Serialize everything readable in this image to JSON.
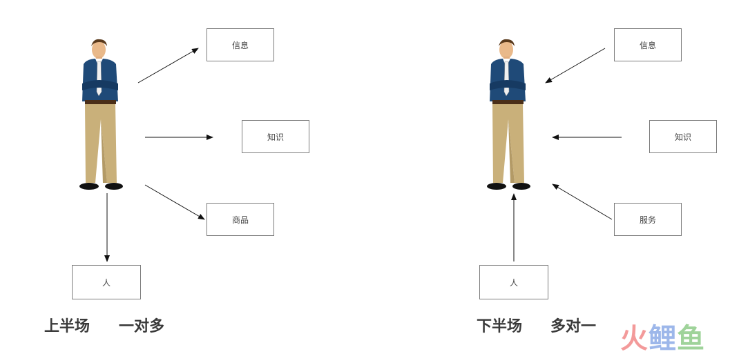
{
  "left": {
    "boxes": {
      "info": "信息",
      "knowledge": "知识",
      "goods": "商品",
      "person": "人"
    },
    "caption_a": "上半场",
    "caption_b": "一对多"
  },
  "right": {
    "boxes": {
      "info": "信息",
      "knowledge": "知识",
      "service": "服务",
      "person": "人"
    },
    "caption_a": "下半场",
    "caption_b": "多对一"
  },
  "watermark": {
    "c1": "火",
    "c2": "鲤",
    "c3": "鱼"
  },
  "colors": {
    "shirt": "#1f4a78",
    "pants": "#c9b07a",
    "skin": "#e9b98a",
    "hair": "#5a3a1c",
    "line": "#111111"
  }
}
